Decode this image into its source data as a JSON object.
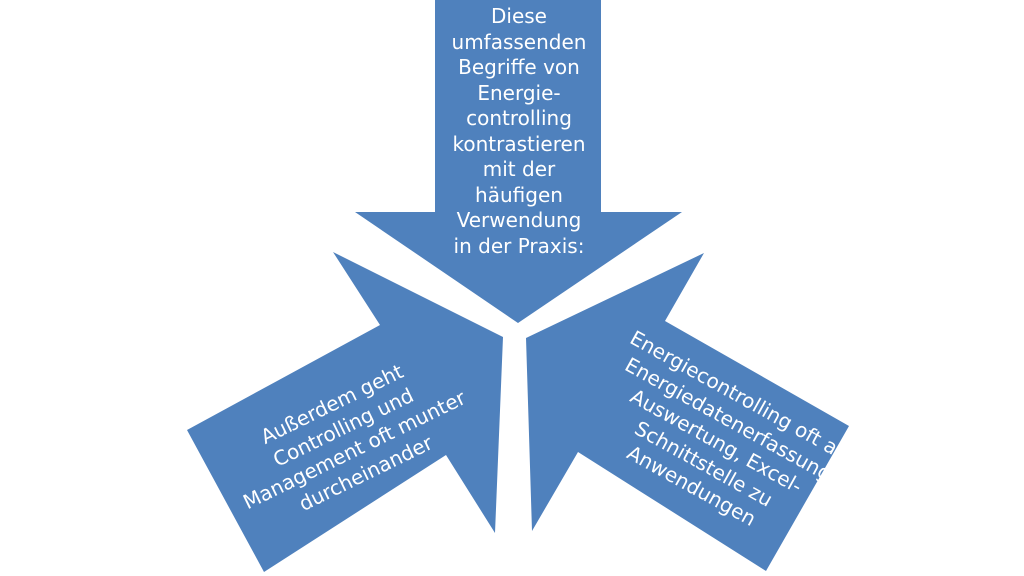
{
  "diagram": {
    "accent_color": "#4f81bd",
    "background_color": "#ffffff",
    "arrows": [
      {
        "id": "top",
        "text": "Diese\numfassenden\nBegriffe von\nEnergie-\ncontrolling\nkontrastieren\nmit der\nhäufigen\nVerwendung\nin der Praxis:"
      },
      {
        "id": "left",
        "text": "Außerdem geht\nControlling und\nManagement oft munter\ndurcheinander"
      },
      {
        "id": "right",
        "text": "Energiecontrolling oft als\nEnergiedatenerfassung\nAuswertung, Excel-\nSchnittstelle zu\nAnwendungen"
      }
    ]
  }
}
